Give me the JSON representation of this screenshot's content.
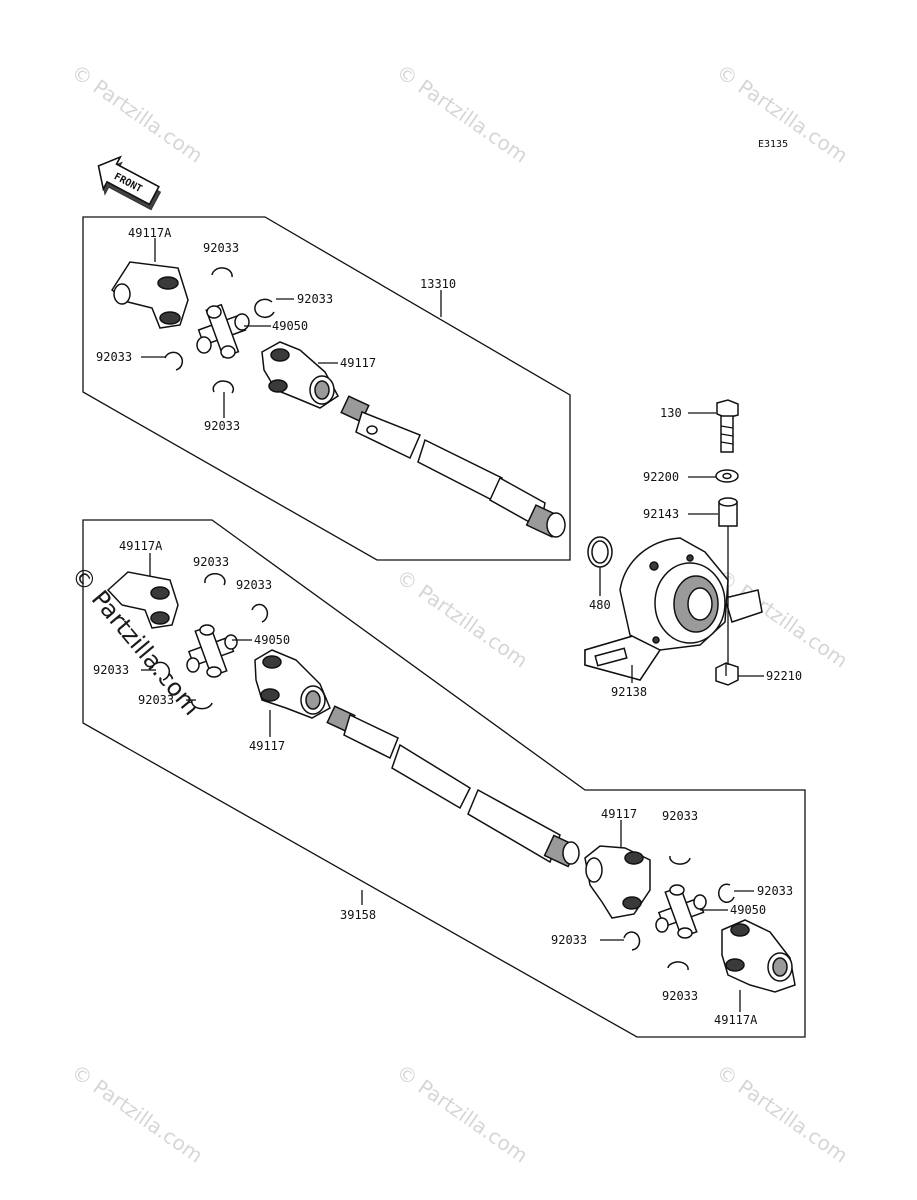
{
  "diagram_code": "E3135",
  "front_label": "FRONT",
  "watermark": "© Partzilla.com",
  "watermark_large": "© Partzilla.com",
  "labels": {
    "l_49117A_a": "49117A",
    "l_92033_a": "92033",
    "l_13310": "13310",
    "l_92033_b": "92033",
    "l_49050_a": "49050",
    "l_92033_c": "92033",
    "l_49117_a": "49117",
    "l_92033_d": "92033",
    "l_130": "130",
    "l_92200": "92200",
    "l_92143": "92143",
    "l_480": "480",
    "l_92210": "92210",
    "l_92138": "92138",
    "l_49117A_b": "49117A",
    "l_92033_e": "92033",
    "l_92033_f": "92033",
    "l_49050_b": "49050",
    "l_92033_g": "92033",
    "l_92033_h": "92033",
    "l_49117_b": "49117",
    "l_49117_c": "49117",
    "l_92033_i": "92033",
    "l_92033_j": "92033",
    "l_49050_c": "49050",
    "l_39158": "39158",
    "l_92033_k": "92033",
    "l_92033_l": "92033",
    "l_49117A_c": "49117A"
  }
}
